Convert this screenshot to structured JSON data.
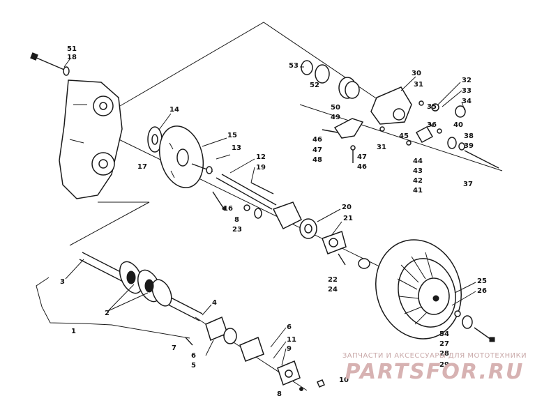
{
  "callouts": {
    "c1": "1",
    "c2": "2",
    "c3": "3",
    "c4": "4",
    "c5": "5",
    "c6a": "6",
    "c6b": "6",
    "c7": "7",
    "c8a": "8",
    "c8b": "8",
    "c9": "9",
    "c10": "10",
    "c11": "11",
    "c12": "12",
    "c13": "13",
    "c14": "14",
    "c15": "15",
    "c16": "16",
    "c17": "17",
    "c18": "18",
    "c19": "19",
    "c20": "20",
    "c21": "21",
    "c22": "22",
    "c23": "23",
    "c24": "24",
    "c25": "25",
    "c26": "26",
    "c27": "27",
    "c28": "28",
    "c29": "29",
    "c30": "30",
    "c31a": "31",
    "c31b": "31",
    "c32": "32",
    "c33": "33",
    "c34": "34",
    "c35": "35",
    "c36": "36",
    "c37": "37",
    "c38": "38",
    "c39": "39",
    "c40": "40",
    "c41": "41",
    "c42": "42",
    "c43": "43",
    "c44": "44",
    "c45": "45",
    "c46a": "46",
    "c46b": "46",
    "c47a": "47",
    "c47b": "47",
    "c48": "48",
    "c49": "49",
    "c50": "50",
    "c51": "51",
    "c52": "52",
    "c53": "53",
    "c54": "54"
  },
  "watermark": {
    "subtitle": "ЗАПЧАСТИ И АКСЕССУАРЫ ДЛЯ МОТОТЕХНИКИ",
    "brand": "PARTSFOR.RU"
  }
}
